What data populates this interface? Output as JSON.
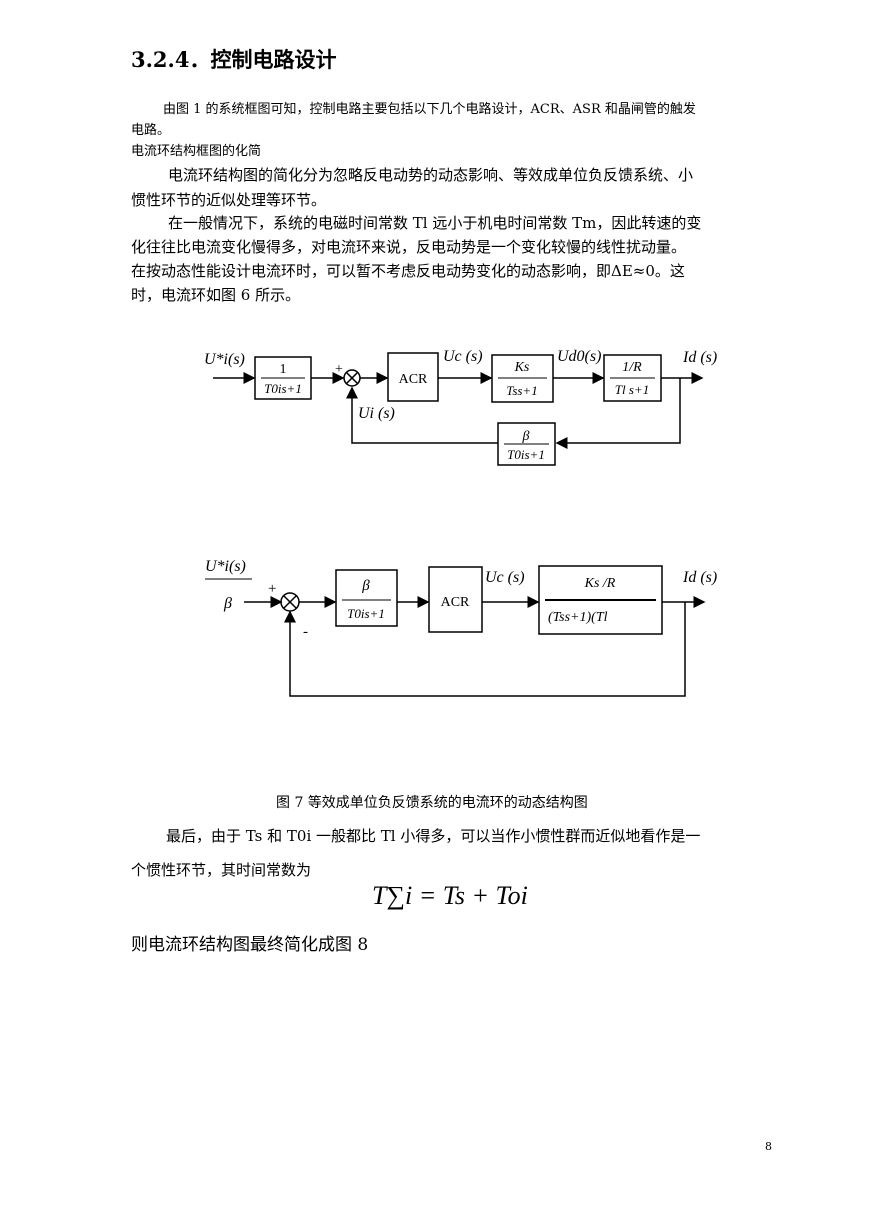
{
  "heading": "3.2.4．控制电路设计",
  "p1a": "由图 1 的系统框图可知，控制电路主要包括以下几个电路设计，ACR、ASR 和晶闸管的触发",
  "p1b": "电路。",
  "subheading": "电流环结构框图的化简",
  "p2a": "电流环结构图的简化分为忽略反电动势的动态影响、等效成单位负反馈系统、小",
  "p2b": "惯性环节的近似处理等环节。",
  "p3a": "在一般情况下，系统的电磁时间常数  Tl 远小于机电时间常数 Tm，因此转速的变",
  "p3b": "化往往比电流变化慢得多，对电流环来说，反电动势是一个变化较慢的线性扰动量。",
  "p3c": "在按动态性能设计电流环时，可以暂不考虑反电动势变化的动态影响，即ΔE≈0。这",
  "p3d": "时，电流环如图 6 所示。",
  "diagram6": {
    "input": "U*i(s)",
    "block1_num": "1",
    "block1_den": "T0is+1",
    "plus": "+",
    "acr": "ACR",
    "uc": "Uc (s)",
    "block2_num": "Ks",
    "block2_den": "Tss+1",
    "ud0": "Ud0(s)",
    "block3_num": "1/R",
    "block3_den": "Tl s+1",
    "output": "Id (s)",
    "ui": "Ui (s)",
    "fb_num": "β",
    "fb_den": "T0is+1"
  },
  "diagram7": {
    "input_num": "U*i(s)",
    "input_den": "β",
    "plus": "+",
    "minus": "-",
    "block1_num": "β",
    "block1_den": "T0is+1",
    "acr": "ACR",
    "uc": "Uc (s)",
    "block2_num": "Ks /R",
    "block2_den": "(Tss+1)(Tl",
    "output": "Id (s)"
  },
  "caption": "图 7  等效成单位负反馈系统的电流环的动态结构图",
  "p4a": "最后，由于 Ts 和 T0i 一般都比 Tl 小得多，可以当作小惯性群而近似地看作是一",
  "p4b": "个惯性环节，其时间常数为",
  "formula": "T∑i = Ts + Toi",
  "p5": "则电流环结构图最终简化成图 8",
  "page_number": "8"
}
